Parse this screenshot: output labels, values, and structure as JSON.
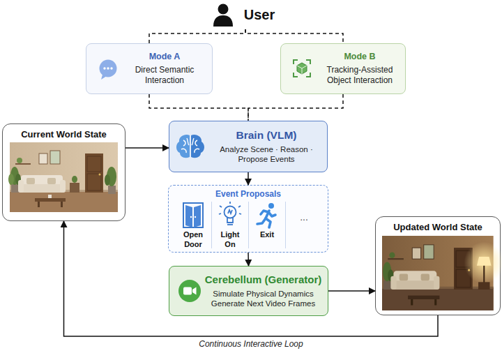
{
  "diagram": {
    "nodes": [
      {
        "text": [
          "User"
        ]
      },
      {
        "text": [
          "Mode A",
          "Direct Semantic Interaction"
        ]
      },
      {
        "text": [
          "Mode B",
          "Tracking-Assisted Object Interaction"
        ]
      },
      {
        "text": [
          "Current World State"
        ]
      },
      {
        "text": [
          "Brain (VLM)",
          "Analyze Scene · Reason · Propose Events"
        ]
      },
      {
        "text": [
          "Event Proposals"
        ]
      },
      {
        "text": [
          "Open Door"
        ],
        "in": 5
      },
      {
        "text": [
          "Light On"
        ],
        "in": 5
      },
      {
        "text": [
          "Exit"
        ],
        "in": 5
      },
      {
        "text": [
          "..."
        ],
        "in": 5
      },
      {
        "text": [
          "Cerebellum (Generator)",
          "Simulate Physical Dynamics Generate Next Video Frames"
        ]
      },
      {
        "text": [
          "Updated World State"
        ]
      }
    ],
    "edges": [
      {
        "from": 0,
        "to": 1,
        "arrow": "none"
      },
      {
        "from": 0,
        "to": 2,
        "arrow": "none"
      },
      {
        "from": 1,
        "to": 4,
        "arrow": "none"
      },
      {
        "from": 2,
        "to": 4,
        "arrow": "none"
      },
      {
        "from": 3,
        "to": 4,
        "arrow": "to"
      },
      {
        "from": 4,
        "to": 5,
        "arrow": "to"
      },
      {
        "from": 5,
        "to": 10,
        "arrow": "to"
      },
      {
        "from": 10,
        "to": 11,
        "arrow": "to"
      },
      {
        "from": 11,
        "to": 3,
        "arrow": "to",
        "label": "Continuous Interactive Loop"
      }
    ]
  }
}
